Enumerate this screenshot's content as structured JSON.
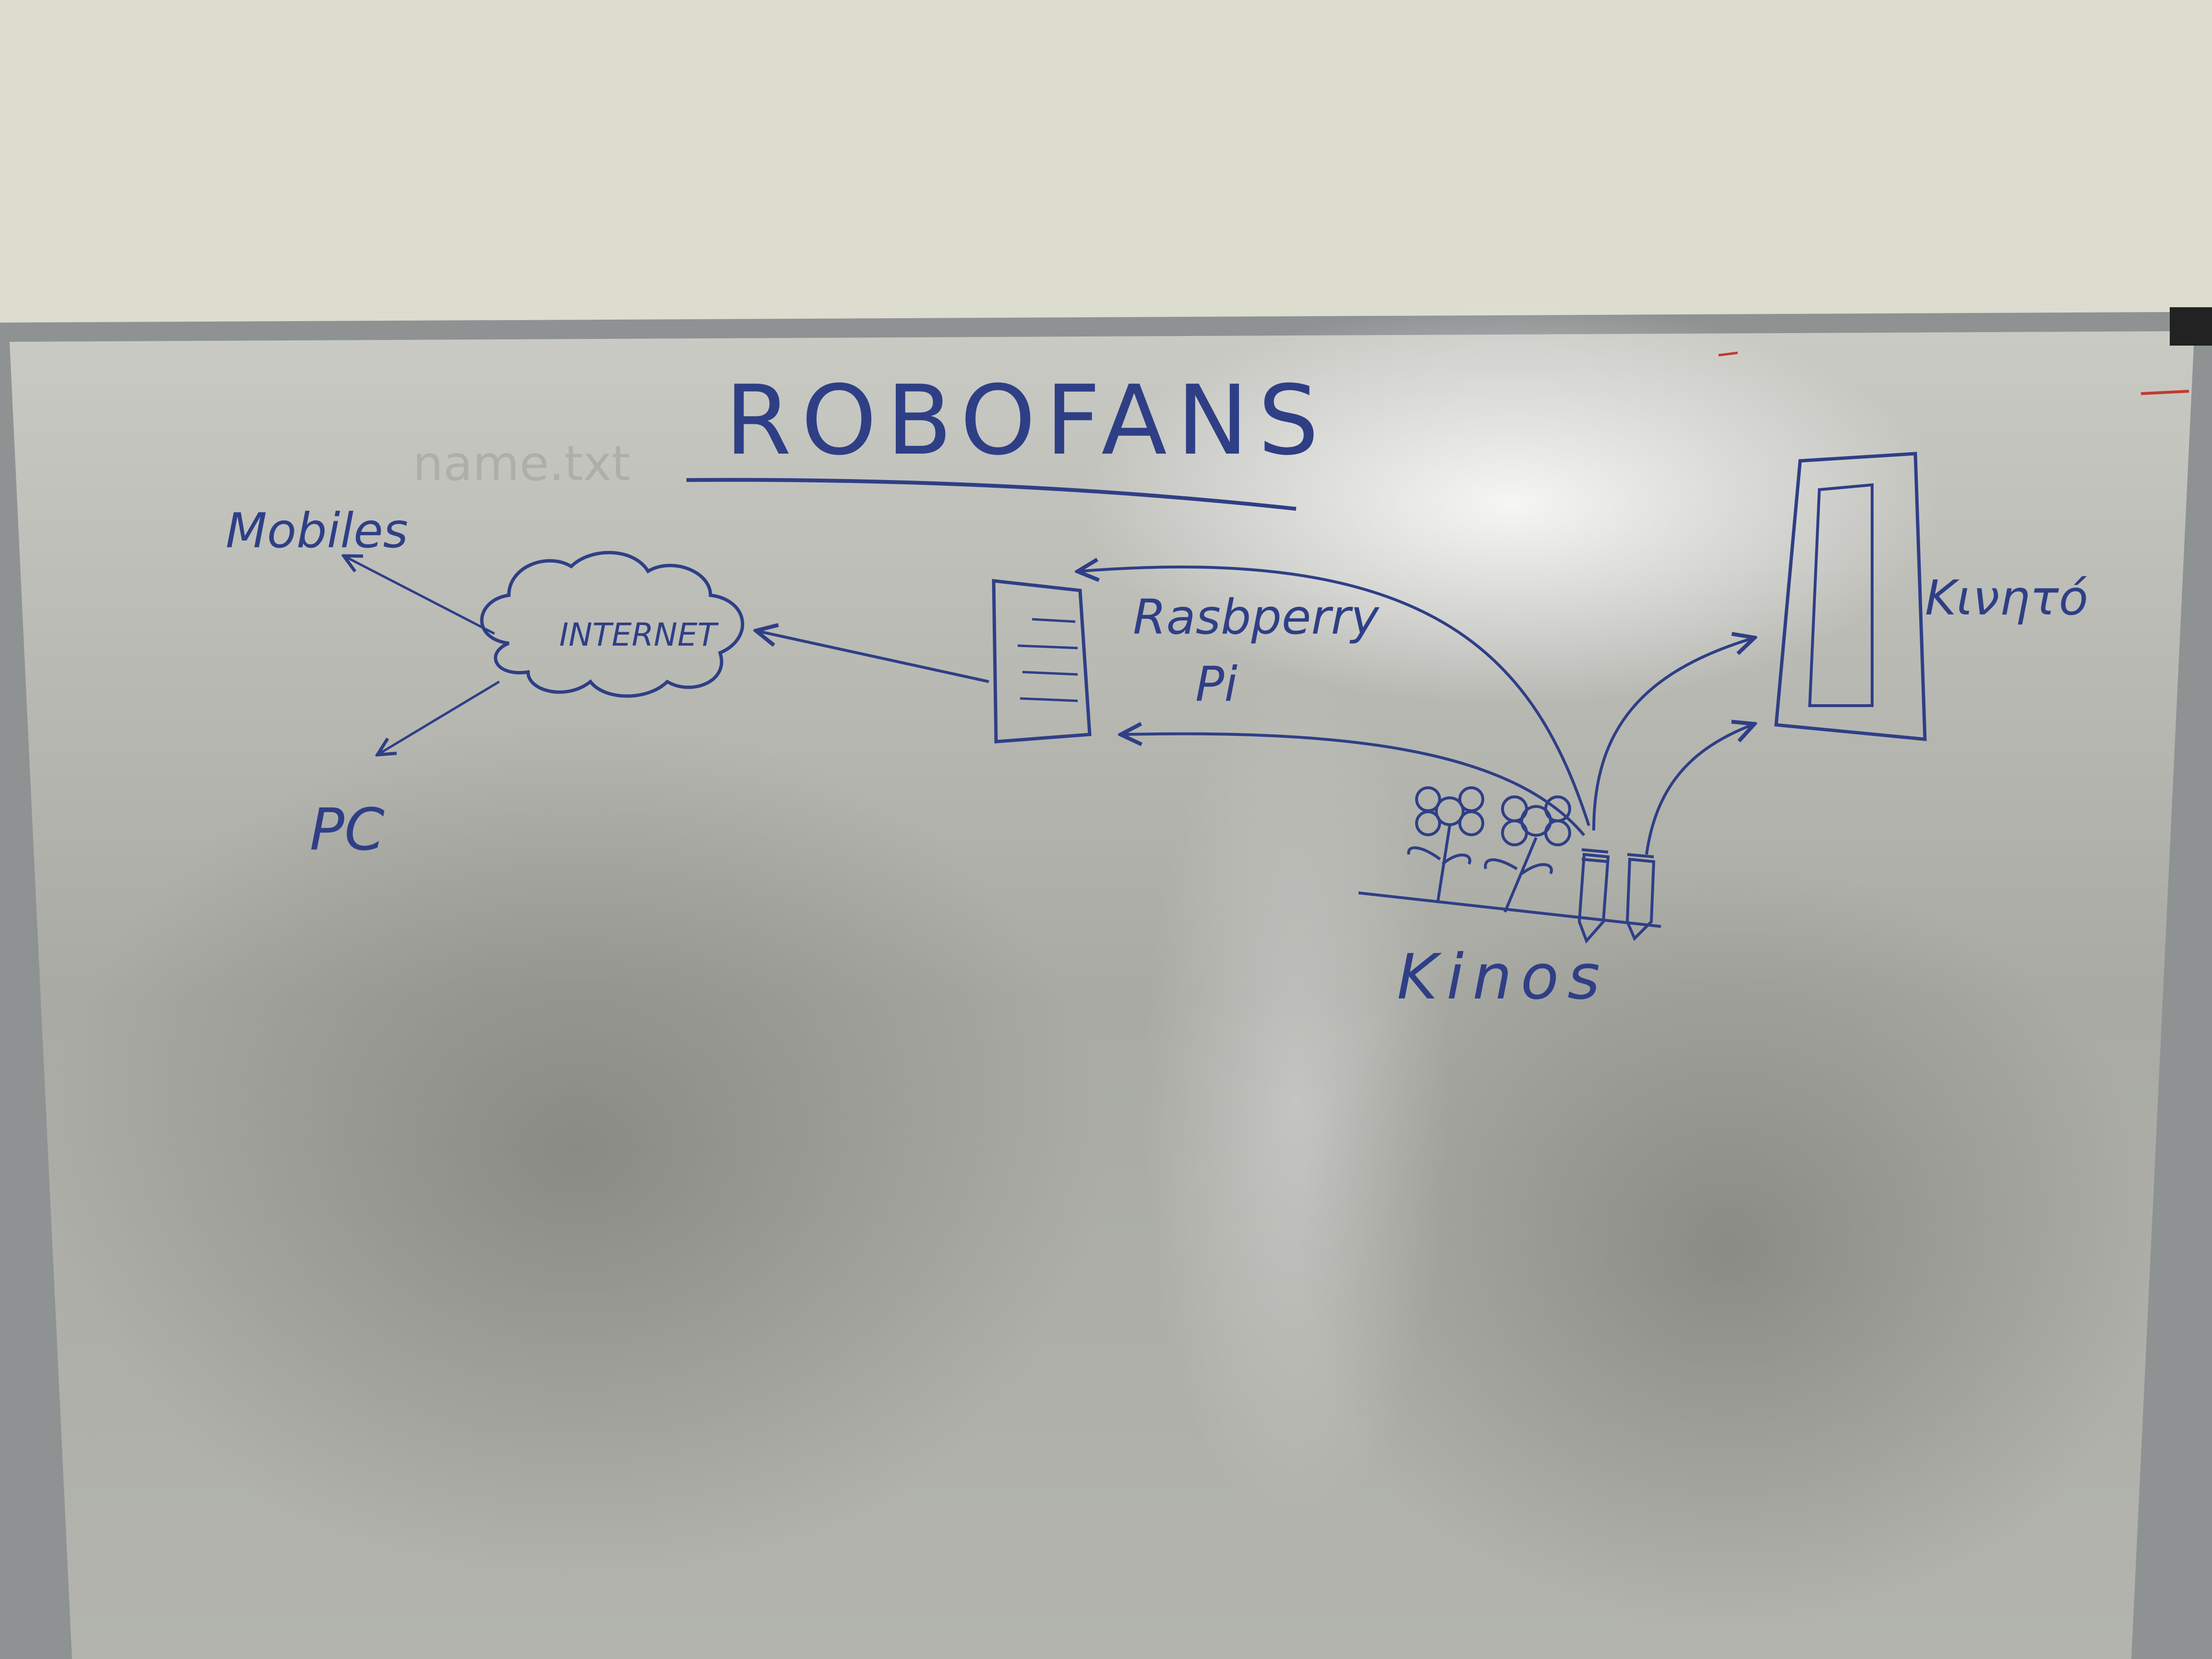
{
  "whiteboard": {
    "title": "ROBOFANS",
    "labels": {
      "mobiles": "Mobiles",
      "internet": "INTERNET",
      "pc": "PC",
      "raspberry": "Rasbperry",
      "pi": "Pi",
      "kinos": "Kinos",
      "kinito": "Κινητό"
    },
    "faded_text": "name.txt"
  },
  "colors": {
    "wall": "#dcdccf",
    "board": "#b9b9b2",
    "frame": "#8e9293",
    "marker": "#2f3f86",
    "accent_red": "#c43a2f"
  }
}
